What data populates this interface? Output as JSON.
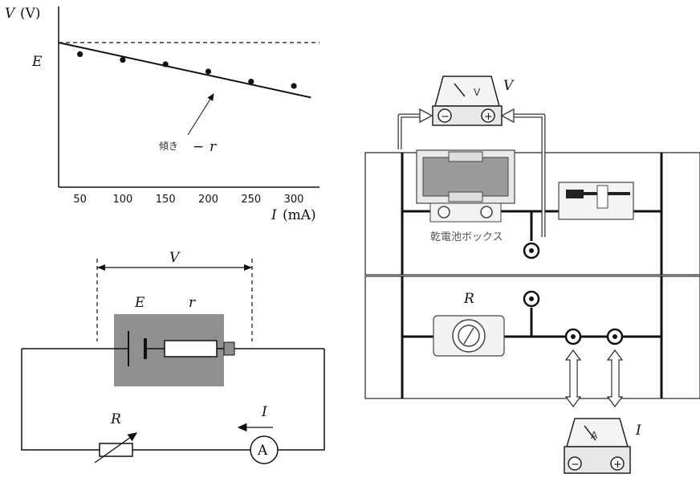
{
  "graph": {
    "y_label_var": "V",
    "y_label_unit": "(V)",
    "e_label": "E",
    "x_label_var": "I",
    "x_label_unit": "(mA)",
    "x_ticks": [
      "50",
      "100",
      "150",
      "200",
      "250",
      "300"
    ],
    "slope_label": "傾き",
    "slope_value_sign": "−",
    "slope_value_var": "r"
  },
  "chart_data": {
    "type": "scatter",
    "x": [
      50,
      100,
      150,
      200,
      250,
      300
    ],
    "y": [
      0.92,
      0.88,
      0.85,
      0.8,
      0.73,
      0.7
    ],
    "emf_level": 1.0,
    "fit_line": {
      "x": [
        25,
        320
      ],
      "y": [
        1.0,
        0.62
      ]
    },
    "xlim": [
      25,
      330
    ],
    "ylim": [
      0,
      1.25
    ],
    "grid": false
  },
  "circuit_schematic": {
    "v_label": "V",
    "e_label": "E",
    "r_label": "r",
    "rheostat_label": "R",
    "current_label": "I",
    "ammeter_symbol": "A"
  },
  "apparatus": {
    "voltmeter_symbol": "V",
    "voltmeter_label": "V",
    "battery_box_label": "乾電池ボックス",
    "rheostat_label": "R",
    "ammeter_symbol": "A",
    "ammeter_label": "I",
    "minus": "−",
    "plus": "+"
  }
}
